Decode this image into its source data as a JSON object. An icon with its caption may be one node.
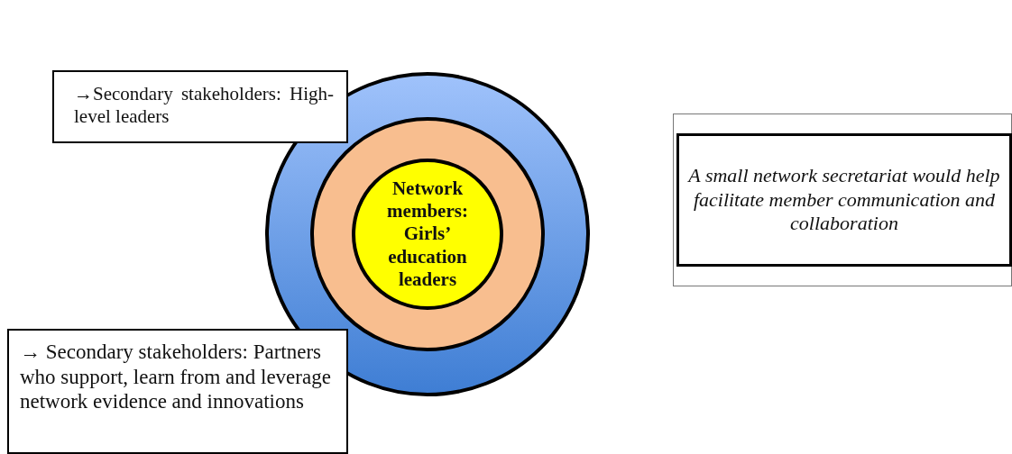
{
  "diagram": {
    "nodes": [
      {
        "text": [],
        "shape": "circle"
      },
      {
        "text": [],
        "shape": "circle",
        "in": 0
      },
      {
        "text": [
          "Network members: Girls’ education leaders"
        ],
        "in": 1
      },
      {
        "text": [
          "→Secondary stakeholders: High-level leaders"
        ]
      },
      {
        "text": [
          "→ Secondary stakeholders: Partners who support, learn from and leverage network evidence and innovations"
        ]
      },
      {
        "text": [
          "A small network secretariat would help facilitate member communication and collaboration"
        ]
      }
    ]
  }
}
